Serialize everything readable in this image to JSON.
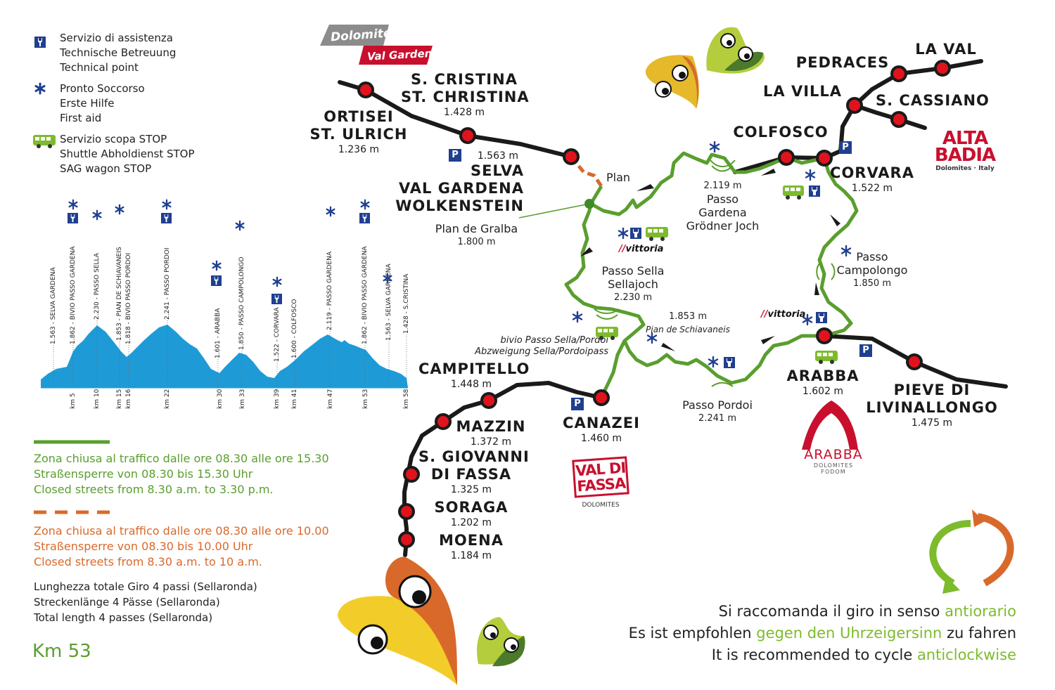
{
  "legend": {
    "technical": [
      "Servizio di assistenza",
      "Technische Betreuung",
      "Technical point"
    ],
    "first_aid": [
      "Pronto Soccorso",
      "Erste Hilfe",
      "First aid"
    ],
    "shuttle": [
      "Servizio scopa STOP",
      "Shuttle Abholdienst STOP",
      "SAG wagon STOP"
    ]
  },
  "profile": {
    "labels": [
      "1.563 - SELVA GARDENA",
      "1.862 - BIVIO PASSO GARDENA",
      "2.230 - PASSO SELLA",
      "1.853 - PIAN DE SCHIAVANEIS",
      "1.818 - BIVIO PASSO PORDOI",
      "2.241 - PASSO PORDOI",
      "1.601 - ARABBA",
      "1.850 - PASSO CAMPOLONGO",
      "1.522 - CORVARA",
      "1.600 - COLFOSCO",
      "2.119 - PASSO GARDENA",
      "1.862 - BIVIO PASSO GARDENA",
      "1.563 - SELVA GARDENA",
      "1.428 - S.CRISTINA"
    ],
    "km": [
      "km 5",
      "km 10",
      "km 15",
      "km 16",
      "km 22",
      "km 30",
      "km 33",
      "km 39",
      "km 41",
      "km 47",
      "km 53",
      "km 58"
    ]
  },
  "closures": {
    "green": [
      "Zona chiusa al traffico dalle ore 08.30 alle ore 15.30",
      "Straßensperre von 08.30 bis 15.30 Uhr",
      "Closed streets from 8.30 a.m. to 3.30 p.m."
    ],
    "orange": [
      "Zona chiusa al traffico dalle ore 08.30 alle ore 10.00",
      "Straßensperre von 08.30 bis 10.00 Uhr",
      "Closed streets from 8.30 a.m. to 10 a.m."
    ]
  },
  "length": {
    "lines": [
      "Lunghezza totale Giro 4 passi (Sellaronda)",
      "Streckenlänge 4 Pässe (Sellaronda)",
      "Total length 4 passes (Sellaronda)"
    ],
    "km": "Km 53"
  },
  "recommend": {
    "it_pre": "Si raccomanda il giro in senso ",
    "it_hl": "antiorario",
    "de_pre": "Es ist empfohlen ",
    "de_hl": "gegen den Uhrzeigersinn",
    "de_post": " zu fahren",
    "en_pre": "It is recommended to cycle ",
    "en_hl": "anticlockwise"
  },
  "towns": {
    "ortisei": {
      "name1": "ORTISEI",
      "name2": "ST. ULRICH",
      "alt": "1.236 m"
    },
    "cristina": {
      "name1": "S. CRISTINA",
      "name2": "ST. CHRISTINA",
      "alt": "1.428 m"
    },
    "selva": {
      "alt": "1.563 m",
      "name1": "SELVA",
      "name2": "VAL GARDENA",
      "name3": "WOLKENSTEIN"
    },
    "colfosco": {
      "name": "COLFOSCO"
    },
    "lavilla": {
      "name": "LA VILLA"
    },
    "pedraces": {
      "name": "PEDRACES"
    },
    "laval": {
      "name": "LA VAL"
    },
    "cassiano": {
      "name": "S. CASSIANO"
    },
    "corvara": {
      "name": "CORVARA",
      "alt": "1.522 m"
    },
    "arabba": {
      "name": "ARABBA",
      "alt": "1.602 m"
    },
    "pieve": {
      "name1": "PIEVE DI",
      "name2": "LIVINALLONGO",
      "alt": "1.475 m"
    },
    "canazei": {
      "name": "CANAZEI",
      "alt": "1.460 m"
    },
    "campitello": {
      "name": "CAMPITELLO",
      "alt": "1.448 m"
    },
    "mazzin": {
      "name": "MAZZIN",
      "alt": "1.372 m"
    },
    "giovanni": {
      "name1": "S. GIOVANNI",
      "name2": "DI FASSA",
      "alt": "1.325 m"
    },
    "soraga": {
      "name": "SORAGA",
      "alt": "1.202 m"
    },
    "moena": {
      "name": "MOENA",
      "alt": "1.184 m"
    }
  },
  "passes": {
    "plan": "Plan",
    "gralba": {
      "name": "Plan de Gralba",
      "alt": "1.800 m"
    },
    "gardena": {
      "alt": "2.119 m",
      "l1": "Passo",
      "l2": "Gardena",
      "l3": "Grödner Joch"
    },
    "sella": {
      "l1": "Passo Sella",
      "l2": "Sellajoch",
      "alt": "2.230 m"
    },
    "campolongo": {
      "l1": "Passo",
      "l2": "Campolongo",
      "alt": "1.850 m"
    },
    "schiavaneis": {
      "alt": "1.853 m",
      "name": "Pian de Schiavaneis"
    },
    "pordoi": {
      "name": "Passo Pordoi",
      "alt": "2.241 m"
    },
    "bivio": {
      "l1": "bivio Passo  Sella/Pordoi",
      "l2": "Abzweigung  Sella/Pordoipass"
    }
  },
  "logos": {
    "dolomites": "Dolomites",
    "valgardena": "Val Gardena",
    "altabadia1": "ALTA",
    "altabadia2": "BADIA",
    "altabadia3": "Dolomites · Italy",
    "arabba": "ARABBA",
    "arabba_sub1": "DOLOMITES",
    "arabba_sub2": "FODOM",
    "valdifassa1": "VAL DI",
    "valdifassa2": "FASSA",
    "valdifassa3": "DOLOMITES",
    "vittoria": "vittoria",
    "parking": "P"
  },
  "colors": {
    "green": "#5a9e2e",
    "orange": "#d9692a",
    "red": "#e0131d",
    "blue": "#1f3f8f",
    "profile": "#1e9bd7"
  }
}
